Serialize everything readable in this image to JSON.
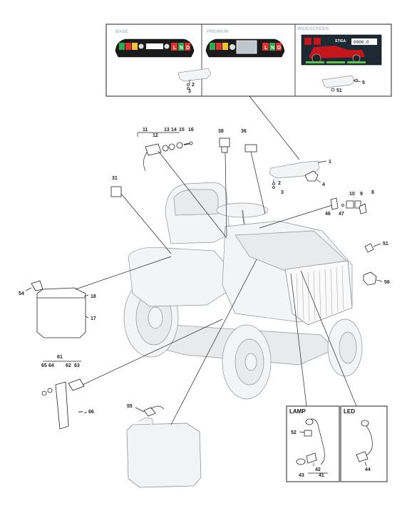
{
  "panels": {
    "base": "BASE",
    "premium": "PREMIUM",
    "widescreen": "WIDESCREEN",
    "lamp": "LAMP",
    "led": "LED"
  },
  "display": {
    "brand": "STIGA",
    "reading": "0000.0",
    "gear_l": "L",
    "gear_n": "N",
    "gear_d": "D"
  },
  "labels": {
    "top_2": "2",
    "top_3": "3",
    "top_5": "5",
    "top_51": "51",
    "p1": "1",
    "p2": "2",
    "p3": "3",
    "p4": "4",
    "p8": "8",
    "p9": "9",
    "p10": "10",
    "p11": "11",
    "p12": "12",
    "p13": "13",
    "p14": "14",
    "p15": "15",
    "p16": "16",
    "p17": "17",
    "p18": "18",
    "p31": "31",
    "p36": "36",
    "p38": "38",
    "p41": "41",
    "p42": "42",
    "p43": "43",
    "p44": "44",
    "p46": "46",
    "p47": "47",
    "p51": "51",
    "p52": "52",
    "p54": "54",
    "p55": "55",
    "p56": "56",
    "p61": "61",
    "p62": "62",
    "p63": "63",
    "p64": "64",
    "p65": "65",
    "p66": "66"
  },
  "colors": {
    "dash_green": "#2fa84f",
    "dash_red": "#e0312d",
    "dash_yellow": "#f2c230",
    "screen_red": "#c4161c",
    "screen_bg": "#1d2a33",
    "screen_green": "#5cc64a"
  }
}
